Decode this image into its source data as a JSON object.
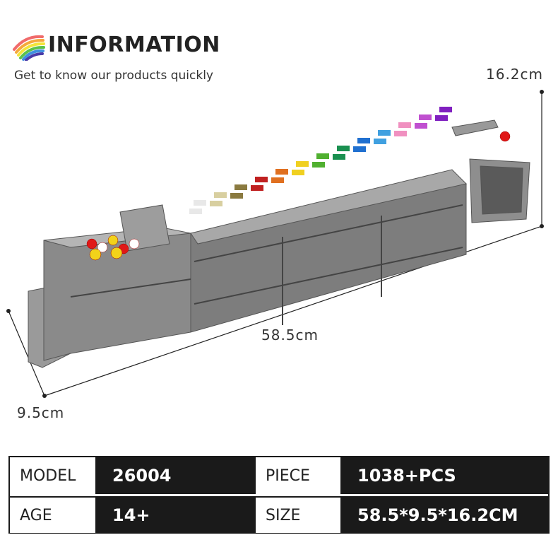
{
  "header": {
    "title": "INFORMATION",
    "subtitle": "Get to know our products quickly",
    "logo_icon": "rainbow-icon"
  },
  "dimensions": {
    "height": "16.2cm",
    "length": "58.5cm",
    "width": "9.5cm"
  },
  "specs": [
    {
      "label": "MODEL",
      "value": "26004"
    },
    {
      "label": "PIECE",
      "value": "1038+PCS"
    },
    {
      "label": "AGE",
      "value": "14+"
    },
    {
      "label": "SIZE",
      "value": "58.5*9.5*16.2CM"
    }
  ],
  "colors": {
    "frame": "#8a8a8a",
    "dark": "#1a1a1a"
  }
}
